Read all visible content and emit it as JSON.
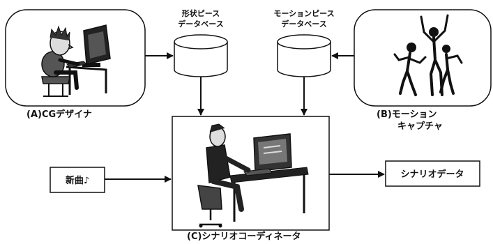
{
  "databases": {
    "shape": {
      "line1": "形状ピース",
      "line2": "データベース"
    },
    "motion": {
      "line1": "モーションピース",
      "line2": "データベース"
    }
  },
  "roles": {
    "designer": "(A)CGデザイナ",
    "capture_line1": "(B)モーション",
    "capture_line2": "キャプチャ",
    "coordinator": "(C)シナリオコーディネータ"
  },
  "input_box": {
    "label": "新曲♪"
  },
  "output_box": {
    "label": "シナリオデータ"
  },
  "icons": {
    "designer": "cg-designer-at-computer-icon",
    "capture": "motion-capture-figures-icon",
    "coordinator": "scenario-coordinator-at-computer-icon"
  }
}
